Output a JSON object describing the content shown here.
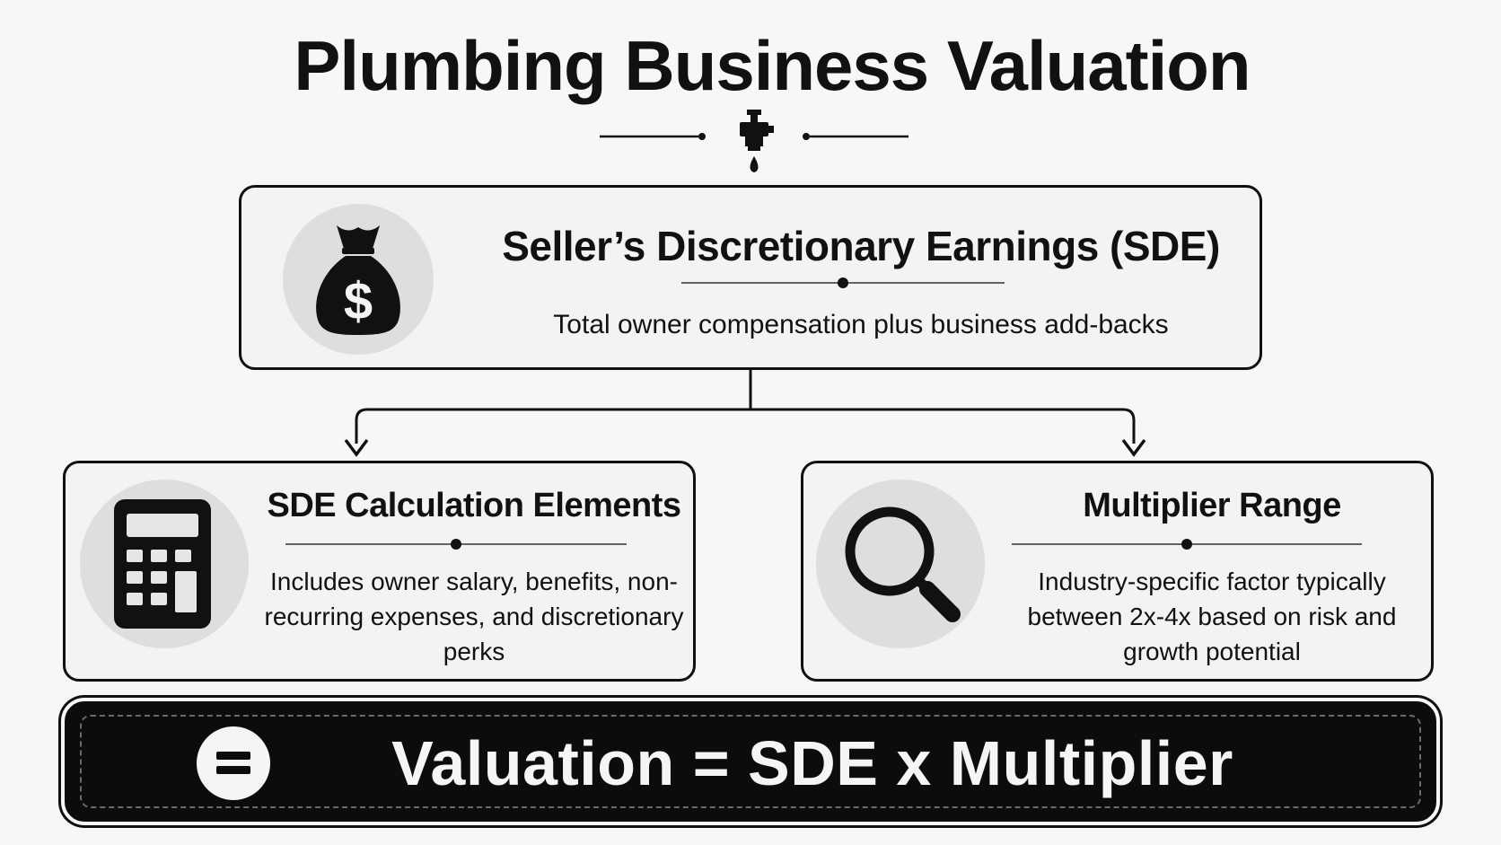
{
  "title": "Plumbing Business Valuation",
  "icons": {
    "header": "faucet-icon",
    "sde": "money-bag-icon",
    "calc": "calculator-icon",
    "mult": "magnifying-glass-icon",
    "formula": "equals-icon"
  },
  "sde": {
    "title": "Seller’s Discretionary Earnings (SDE)",
    "description": "Total owner compensation plus business add-backs",
    "symbol": "$"
  },
  "calc": {
    "title": "SDE Calculation Elements",
    "description": "Includes owner salary, benefits, non-recurring expenses, and discretionary perks"
  },
  "mult": {
    "title": "Multiplier Range",
    "description": "Industry-specific factor typically between 2x-4x based on risk and growth potential"
  },
  "formula": {
    "text": "Valuation = SDE x Multiplier"
  },
  "colors": {
    "ink": "#111111",
    "panel": "#f3f3f3",
    "icon_bg": "#dedede",
    "formula_bg": "#0c0c0c",
    "formula_text": "#f5f5f5"
  }
}
